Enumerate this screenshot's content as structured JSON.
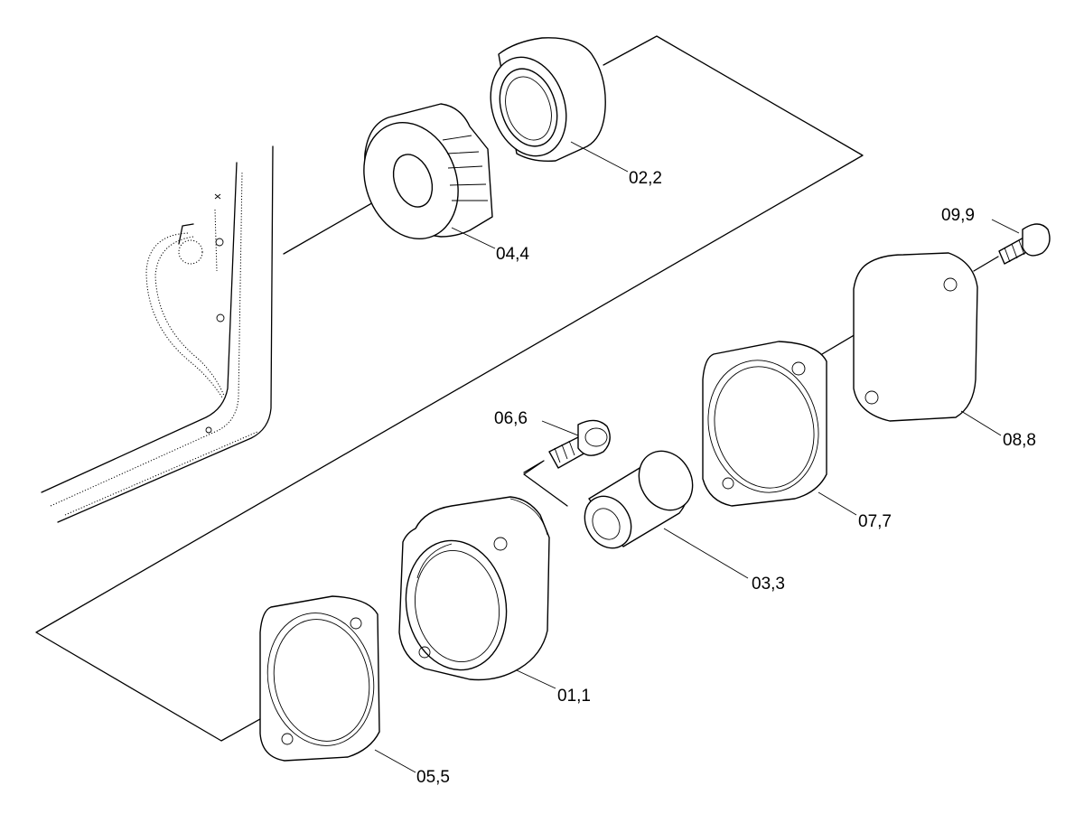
{
  "diagram": {
    "callouts": [
      {
        "id": "p02",
        "text": "02,2"
      },
      {
        "id": "p04",
        "text": "04,4"
      },
      {
        "id": "p09",
        "text": "09,9"
      },
      {
        "id": "p06",
        "text": "06,6"
      },
      {
        "id": "p08",
        "text": "08,8"
      },
      {
        "id": "p07",
        "text": "07,7"
      },
      {
        "id": "p03",
        "text": "03,3"
      },
      {
        "id": "p01",
        "text": "01,1"
      },
      {
        "id": "p05",
        "text": "05,5"
      }
    ]
  }
}
